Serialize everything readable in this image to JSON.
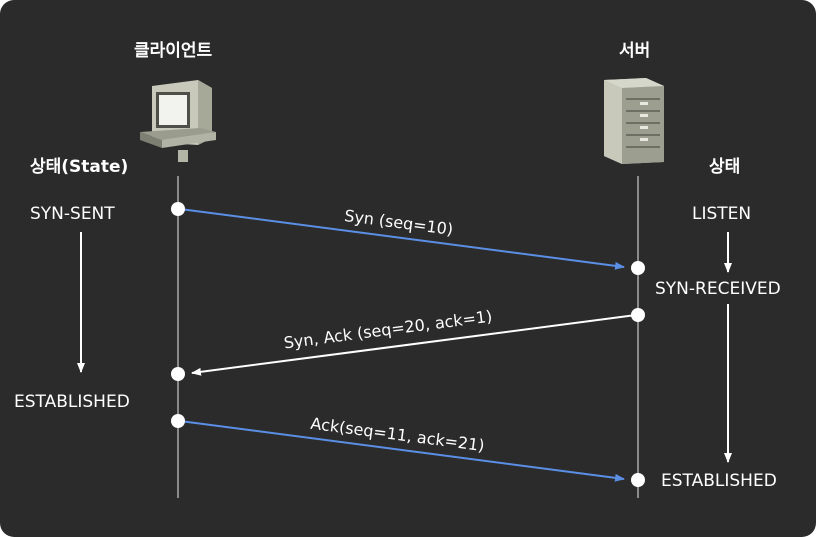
{
  "client": {
    "title": "클라이언트",
    "state_header": "상태(State)"
  },
  "server": {
    "title": "서버",
    "state_header": "상태"
  },
  "client_states": {
    "syn_sent": "SYN-SENT",
    "established": "ESTABLISHED"
  },
  "server_states": {
    "listen": "LISTEN",
    "syn_received": "SYN-RECEIVED",
    "established": "ESTABLISHED"
  },
  "messages": {
    "syn": "Syn (seq=10)",
    "syn_ack": "Syn, Ack (seq=20, ack=1)",
    "ack": "Ack(seq=11, ack=21)"
  },
  "colors": {
    "background": "#2b2b2b",
    "blue_arrow": "#5b8fe6",
    "white_arrow": "#ffffff",
    "lifeline": "#8a8a8a"
  }
}
